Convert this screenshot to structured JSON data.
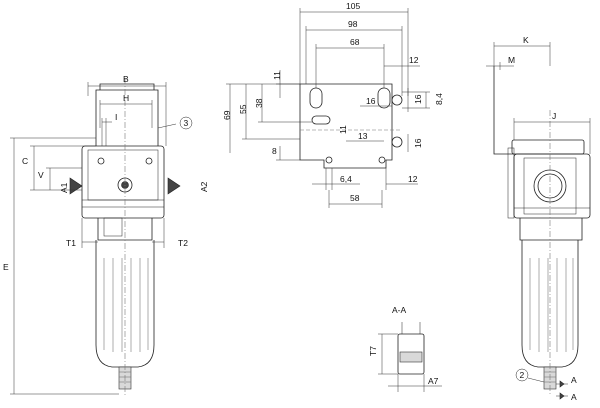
{
  "front_view": {
    "dims": {
      "B": "B",
      "H": "H",
      "I": "I",
      "C": "C",
      "V": "V",
      "A1": "A1",
      "A2": "A2",
      "T1": "T1",
      "T2": "T2",
      "E": "E"
    },
    "callout": "3"
  },
  "mounting_bracket": {
    "dims": {
      "d105": "105",
      "d98": "98",
      "d68": "68",
      "d12a": "12",
      "d11a": "11",
      "d38": "38",
      "d55": "55",
      "d69": "69",
      "d16a": "16",
      "d16b": "16",
      "d84": "8,4",
      "d11b": "11",
      "d13": "13",
      "d16c": "16",
      "d8": "8",
      "d64": "6,4",
      "d12b": "12",
      "d58": "58"
    }
  },
  "section_view": {
    "title": "A-A",
    "dims": {
      "T7": "T7",
      "A7": "A7"
    }
  },
  "side_view": {
    "dims": {
      "K": "K",
      "M": "M",
      "J": "J",
      "A_upper": "A",
      "A_lower": "A"
    },
    "callout": "2"
  }
}
